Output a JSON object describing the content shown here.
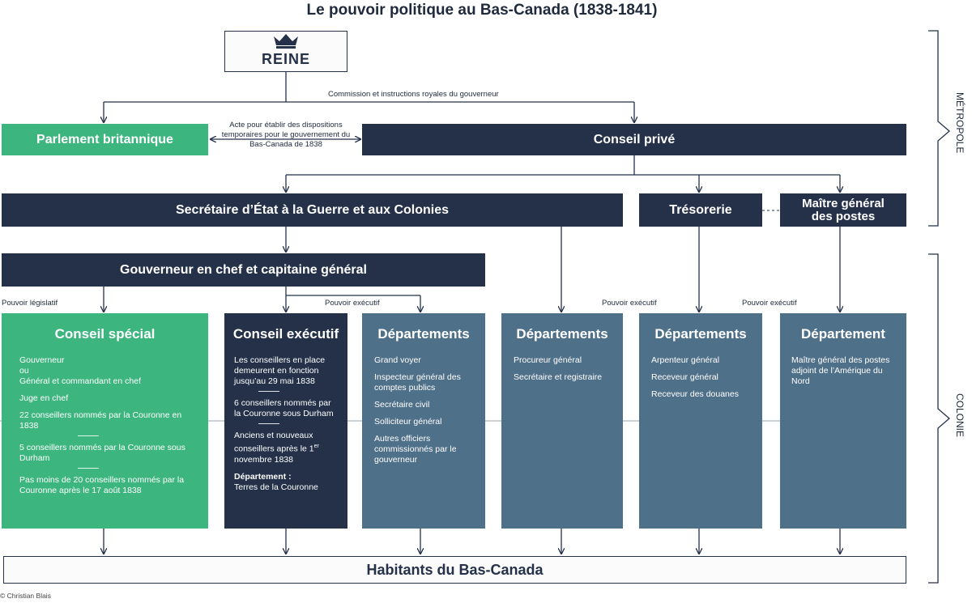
{
  "title": "Le pouvoir politique au Bas-Canada (1838-1841)",
  "queen": {
    "label": "REINE",
    "icon": "crown-icon"
  },
  "top_labels": {
    "commission": "Commission et instructions royales du gouverneur",
    "act": "Acte pour établir des dispositions temporaires pour le gouvernement du Bas-Canada de 1838"
  },
  "boxes": {
    "parlement": "Parlement britannique",
    "conseil_prive": "Conseil privé",
    "secretaire": "Secrétaire d’État à la Guerre et aux Colonies",
    "tresorerie": "Trésorerie",
    "maitre_postes": "Maître général des postes",
    "gouverneur": "Gouverneur en chef et capitaine général",
    "habitants": "Habitants du Bas-Canada"
  },
  "pouvoir_labels": {
    "legislatif": "Pouvoir législatif",
    "executif1": "Pouvoir exécutif",
    "executif2": "Pouvoir exécutif",
    "executif3": "Pouvoir exécutif"
  },
  "columns": {
    "conseil_special": {
      "title": "Conseil spécial",
      "item1": "Gouverneur",
      "item1b": "ou",
      "item1c": "Général et commandant en chef",
      "item2": "Juge en chef",
      "item3": "22 conseillers nommés par la Couronne en 1838",
      "item4": "5 conseillers nommés par la Couronne sous Durham",
      "item5": "Pas moins de 20 conseillers nommés par la Couronne après le 17 août 1838"
    },
    "conseil_executif": {
      "title": "Conseil exécutif",
      "item1": "Les conseillers en place demeurent en fonction jusqu’au 29 mai 1838",
      "item2": "6 conseillers nommés par la Couronne sous Durham",
      "item3a": "Anciens et nouveaux conseillers après le 1",
      "item3sup": "er",
      "item3b": " novembre 1838",
      "item4_label": "Département :",
      "item4": "Terres de la Couronne"
    },
    "departements_1": {
      "title": "Départements",
      "items": [
        "Grand voyer",
        "Inspecteur général des comptes publics",
        "Secrétaire civil",
        "Solliciteur général",
        "Autres officiers commissionnés par le gouverneur"
      ]
    },
    "departements_2": {
      "title": "Départements",
      "items": [
        "Procureur général",
        "Secrétaire et registraire"
      ]
    },
    "departements_3": {
      "title": "Départements",
      "items": [
        "Arpenteur général",
        "Receveur général",
        "Receveur des douanes"
      ]
    },
    "departement_4": {
      "title": "Département",
      "items": [
        "Maître général des postes adjoint de l’Amérique du Nord"
      ]
    }
  },
  "side_labels": {
    "metropole": "MÉTROPOLE",
    "colonie": "COLONIE"
  },
  "copyright": "© Christian Blais",
  "colors": {
    "navy": "#243149",
    "green": "#3db57f",
    "teal": "#4f7089"
  }
}
